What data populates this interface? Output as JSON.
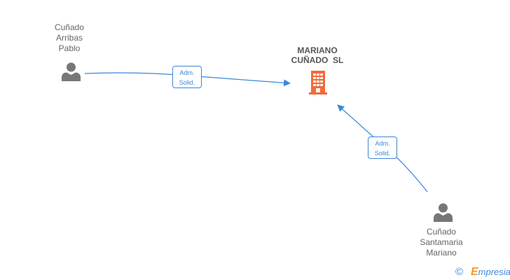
{
  "nodes": {
    "person_1": {
      "lines": [
        "Cuñado",
        "Arribas",
        "Pablo"
      ],
      "icon": "person-icon"
    },
    "person_2": {
      "lines": [
        "Cuñado",
        "Santamaria",
        "Mariano"
      ],
      "icon": "person-icon"
    },
    "company": {
      "lines": [
        "MARIANO",
        "CUÑADO  SL"
      ],
      "icon": "building-icon"
    }
  },
  "edges": [
    {
      "from": "person_1",
      "to": "company",
      "label_lines": [
        "Adm.",
        "Solid."
      ]
    },
    {
      "from": "person_2",
      "to": "company",
      "label_lines": [
        "Adm.",
        "Solid."
      ]
    }
  ],
  "colors": {
    "edge": "#3d87d9",
    "person_icon": "#777777",
    "company_icon": "#f26a3a",
    "brand_accent": "#f59a23"
  },
  "footer": {
    "copyright_symbol": "©",
    "brand_initial": "E",
    "brand_rest": "mpresia"
  }
}
